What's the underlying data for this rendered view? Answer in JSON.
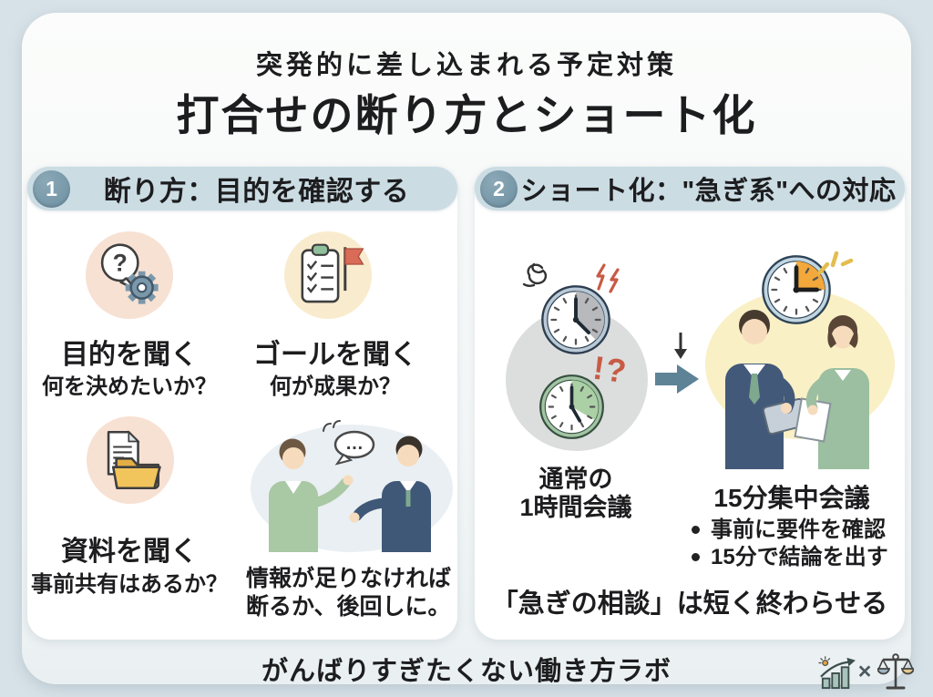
{
  "header": {
    "subtitle": "突発的に差し込まれる予定対策",
    "title": "打合せの断り方とショート化"
  },
  "panel1": {
    "number": "1",
    "title": "断り方：目的を確認する",
    "items": [
      {
        "icon": "question-gear-icon",
        "title": "目的を聞く",
        "subtitle": "何を決めたいか？"
      },
      {
        "icon": "checklist-flag-icon",
        "title": "ゴールを聞く",
        "subtitle": "何が成果か？"
      },
      {
        "icon": "document-folder-icon",
        "title": "資料を聞く",
        "subtitle": "事前共有はあるか？"
      }
    ],
    "icon_question_mark": "?",
    "speech_bubble_text": "…",
    "advice_line1": "情報が足りなければ",
    "advice_line2": "断るか、後回しに。"
  },
  "panel2": {
    "number": "2",
    "title": "ショート化：\"急ぎ系\"への対応",
    "before_caption_line1": "通常の",
    "before_caption_line2": "1時間会議",
    "urgent_mark": "!?",
    "after_caption": "15分集中会議",
    "bullets": [
      "事前に要件を確認",
      "15分で結論を出す"
    ],
    "statement": "「急ぎの相談」は短く終わらせる"
  },
  "footer": {
    "brand": "がんばりすぎたくない働き方ラボ",
    "separator": "×"
  },
  "colors": {
    "background": "#d7e2e8",
    "card": "#f6f8f7",
    "panel": "#ffffff",
    "header_pill": "#cbdce3",
    "number_badge": "#7596a7",
    "text": "#1d1d1f",
    "accent_red": "#c75b45",
    "peach_circle": "#f7e1d3",
    "cream_circle": "#f9ecce",
    "gray_circle": "#dcdddd",
    "yellow_oval": "#faf0c6",
    "arrow": "#5e8296",
    "orange_wedge": "#f2a83a",
    "green_clock_rim": "#a3c4a4",
    "blue_clock_rim": "#b9c9d6",
    "folder_yellow": "#f1c45c",
    "suit_navy": "#43597a",
    "jacket_green": "#a9c8a4"
  }
}
